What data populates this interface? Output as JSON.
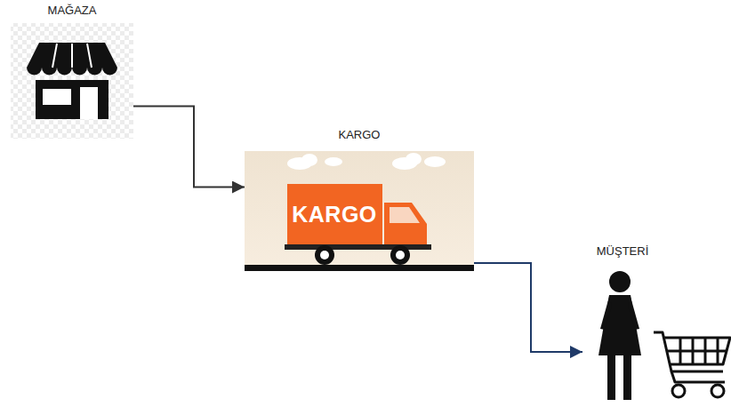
{
  "diagram": {
    "nodes": [
      {
        "text": [
          "MAĞAZA"
        ]
      },
      {
        "text": [
          "KARGO",
          "KARGO"
        ]
      },
      {
        "text": [
          "MÜŞTERİ"
        ]
      }
    ],
    "edges": [
      {
        "from": 0,
        "to": 1,
        "arrow": "to"
      },
      {
        "from": 1,
        "to": 2,
        "arrow": "to"
      }
    ]
  }
}
